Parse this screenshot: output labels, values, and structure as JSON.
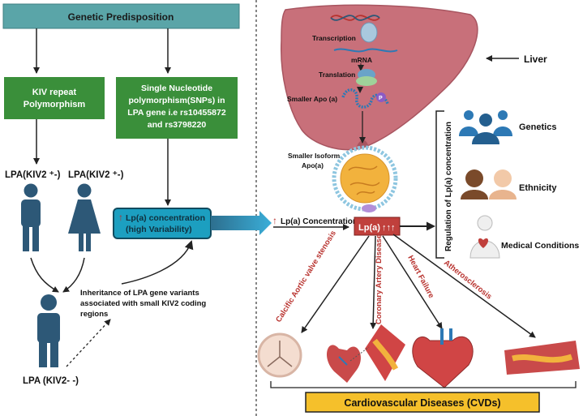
{
  "left": {
    "genetic_predisposition": "Genetic Predisposition",
    "kiv_line1": "KIV repeat",
    "kiv_line2": "Polymorphism",
    "snp_line1": "Single Nucleotide",
    "snp_line2": "polymorphism(SNPs) in",
    "snp_line3": "LPA gene i.e rs10455872",
    "snp_line4": "and rs3798220",
    "lpa_male": "LPA(KIV2 ⁺-)",
    "lpa_female": "LPA(KIV2 ⁺-)",
    "lpa_conc_line1": "Lp(a) concentration",
    "lpa_conc_line2": "(high Variability)",
    "inherit_line1": "Inheritance of LPA gene variants",
    "inherit_line2": "associated with small KIV2 coding",
    "inherit_line3": "regions",
    "lpa_child": "LPA (KIV2- -)",
    "up_arrow": "↑"
  },
  "right": {
    "transcription": "Transcription",
    "mrna": "mRNA",
    "translation": "Translation",
    "smaller_apo": "Smaller Apo (a)",
    "isoform_line1": "Smaller Isoform",
    "isoform_line2": "Apo(a)",
    "liver": "Liver",
    "lpa_concentration": "Lp(a) Concentration",
    "lpa_box": "Lp(a)",
    "regulation": "Regulation of Lp(a) concentration",
    "genetics": "Genetics",
    "ethnicity": "Ethnicity",
    "medical": "Medical Conditions",
    "calcific": "Calcific Aortic valve stenosis",
    "coronary": "Coronary Artery Disease",
    "heart_failure": "Heart Failure",
    "athero": "Atherosclerosis",
    "cvd": "Cardiovascular Diseases (CVDs)",
    "p_label": "P"
  },
  "colors": {
    "teal_box": "#5aa5a8",
    "green_box": "#3a8f3a",
    "cyan_box": "#1c9fc0",
    "figure_blue": "#2d5877",
    "liver": "#c8707a",
    "liver_dark": "#a85560",
    "lpa_red": "#c0403c",
    "label_red": "#b8322e",
    "cvd_yellow": "#f5c02b",
    "icon_blue": "#2d79b5"
  }
}
